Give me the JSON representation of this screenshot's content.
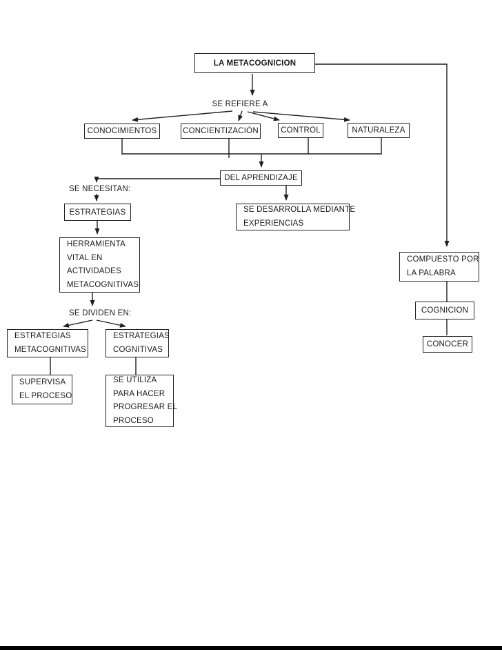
{
  "page": {
    "background": "#ffffff",
    "line_color": "#1f1f1f",
    "footer_bar_color": "#000000"
  },
  "nodes": {
    "root": {
      "label": "LA METACOGNICION"
    },
    "se_refiere_a": {
      "label": "SE REFIERE A"
    },
    "conocimientos": {
      "label": "CONOCIMIENTOS"
    },
    "concientizacion": {
      "label": "CONCIENTIZACIÓN"
    },
    "control": {
      "label": "CONTROL"
    },
    "naturaleza": {
      "label": "NATURALEZA"
    },
    "del_aprendizaje": {
      "label": "DEL APRENDIZAJE"
    },
    "se_necesitan": {
      "label": "SE NECESITAN:"
    },
    "estrategias": {
      "label": "ESTRATEGIAS"
    },
    "se_desarrolla": {
      "lines": [
        "SE DESARROLLA MEDIANTE",
        "EXPERIENCIAS"
      ]
    },
    "herramienta": {
      "lines": [
        "HERRAMIENTA",
        "VITAL EN",
        "ACTIVIDADES",
        "METACOGNITIVAS"
      ]
    },
    "se_dividen_en": {
      "label": "SE DIVIDEN EN:"
    },
    "estrategias_metacognitivas": {
      "lines": [
        "ESTRATEGIAS",
        "METACOGNITIVAS"
      ]
    },
    "estrategias_cognitivas": {
      "lines": [
        "ESTRATEGIAS",
        "COGNITIVAS"
      ]
    },
    "supervisa": {
      "lines": [
        "SUPERVISA",
        "EL PROCESO"
      ]
    },
    "se_utiliza": {
      "lines": [
        "SE UTILIZA",
        "PARA HACER",
        "PROGRESAR EL",
        "PROCESO"
      ]
    },
    "compuesto_por": {
      "lines": [
        "COMPUESTO POR",
        "LA PALABRA"
      ]
    },
    "cognicion": {
      "label": "COGNICION"
    },
    "conocer": {
      "label": "CONOCER"
    }
  }
}
